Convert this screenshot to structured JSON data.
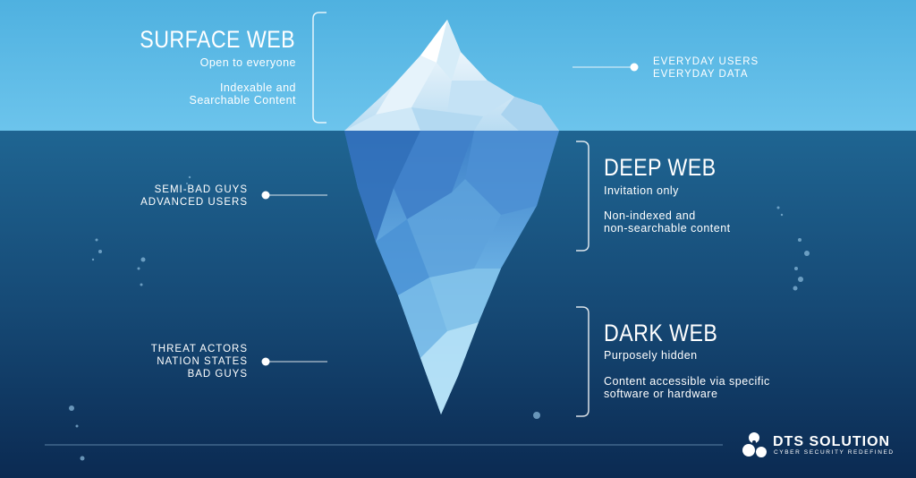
{
  "surface": {
    "title": "SURFACE WEB",
    "subtitle": "Open to everyone",
    "desc_line1": "Indexable and",
    "desc_line2": "Searchable Content",
    "users_line1": "EVERYDAY USERS",
    "users_line2": "EVERYDAY DATA"
  },
  "deep": {
    "title": "DEEP WEB",
    "subtitle": "Invitation only",
    "desc_line1": "Non-indexed and",
    "desc_line2": "non-searchable content",
    "users_line1": "SEMI-BAD GUYS",
    "users_line2": "ADVANCED USERS"
  },
  "dark": {
    "title": "DARK WEB",
    "subtitle": "Purposely hidden",
    "desc_line1": "Content accessible via specific",
    "desc_line2": "software or hardware",
    "users_line1": "THREAT ACTORS",
    "users_line2": "NATION STATES",
    "users_line3": "BAD GUYS"
  },
  "logo": {
    "name": "DTS SOLUTION",
    "tagline": "CYBER SECURITY REDEFINED"
  },
  "colors": {
    "sky": "#5bb8e4",
    "water_top": "#1e5f88",
    "water_bottom": "#0c2a50",
    "ice_light": "#e8f4fb",
    "ice_under": "#4a8fd0"
  }
}
